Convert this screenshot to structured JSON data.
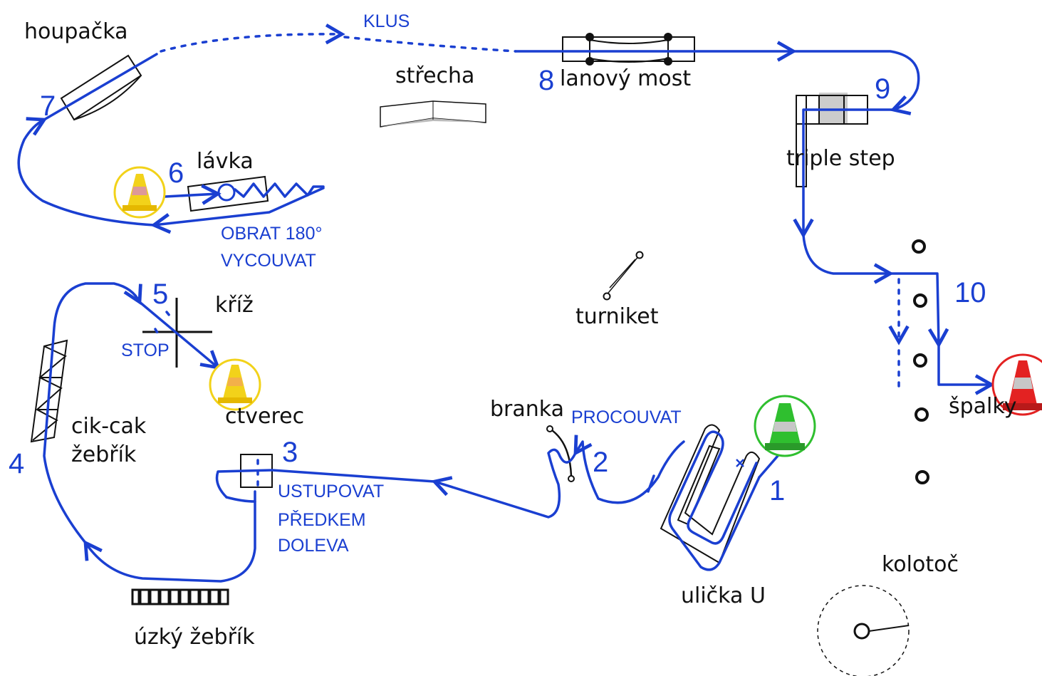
{
  "labels": {
    "houpacka": "houpačka",
    "strecha": "střecha",
    "lanovy_most": "lanový most",
    "triple_step": "triple step",
    "lavka": "lávka",
    "kriz": "kříž",
    "turniket": "turniket",
    "ctverec": "ctverec",
    "cik_cak_1": "cik-cak",
    "cik_cak_2": "žebřík",
    "branka": "branka",
    "ulicka_u": "ulička U",
    "kolotoc": "kolotoč",
    "uzky_zebrik": "úzký žebřík",
    "spalky": "špalky"
  },
  "notes": {
    "klus": "KLUS",
    "obrat": "OBRAT 180°",
    "vycouvat": "VYCOUVAT",
    "stop": "STOP",
    "procouvat": "PROCOUVAT",
    "ustupovat_1": "USTUPOVAT",
    "ustupovat_2": "PŘEDKEM",
    "ustupovat_3": "DOLEVA"
  },
  "numbers": {
    "n1": "1",
    "n2": "2",
    "n3": "3",
    "n4": "4",
    "n5": "5",
    "n6": "6",
    "n7": "7",
    "n8": "8",
    "n9": "9",
    "n10": "10"
  },
  "colors": {
    "path": "#1a3fd1",
    "cone_start": "#2fbf2f",
    "cone_end": "#e32222",
    "cone_mid": "#f2d21a"
  }
}
